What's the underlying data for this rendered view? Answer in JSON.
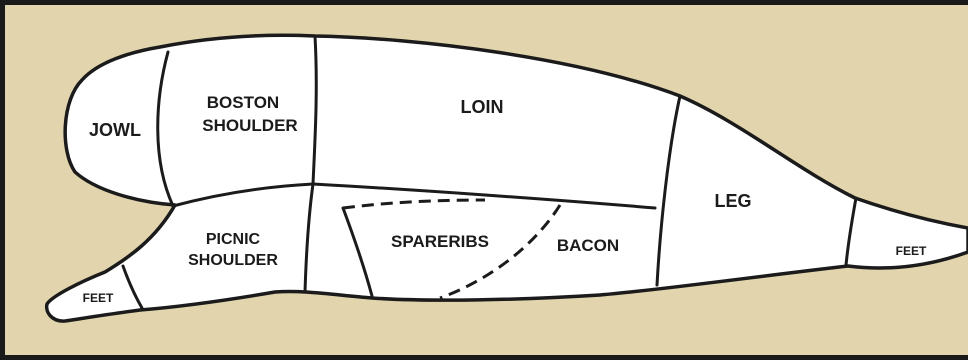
{
  "colors": {
    "background": "#e2d5ad",
    "frame": "#1a1a1a",
    "body_fill": "#ffffff",
    "outline": "#1b1b1b"
  },
  "cuts": {
    "jowl": "JOWL",
    "boston_shoulder_line1": "BOSTON",
    "boston_shoulder_line2": "SHOULDER",
    "loin": "LOIN",
    "picnic_shoulder_line1": "PICNIC",
    "picnic_shoulder_line2": "SHOULDER",
    "spareribs": "SPARERIBS",
    "bacon": "BACON",
    "leg": "LEG",
    "front_feet": "FEET",
    "rear_feet": "FEET"
  }
}
